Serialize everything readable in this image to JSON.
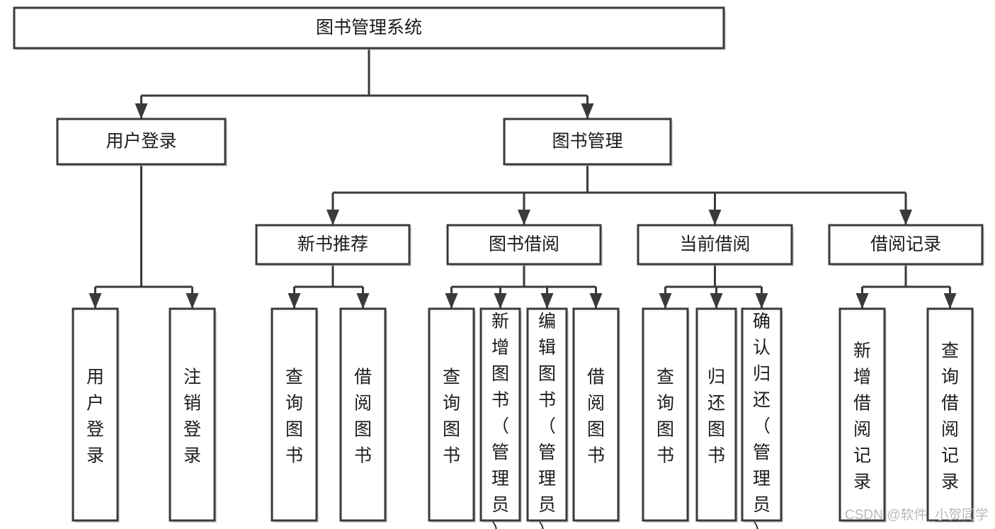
{
  "diagram": {
    "type": "tree",
    "title": "图书管理系统",
    "orientation": "top-down",
    "colors": {
      "box_stroke": "#3a3a3a",
      "box_fill": "#ffffff",
      "text": "#1b1b1b",
      "background": "#ffffff",
      "watermark": "#b9b9b9"
    },
    "nodes": {
      "root": {
        "label": "图书管理系统"
      },
      "level2": [
        {
          "label": "用户登录"
        },
        {
          "label": "图书管理"
        }
      ],
      "level3": [
        {
          "label": "新书推荐"
        },
        {
          "label": "图书借阅"
        },
        {
          "label": "当前借阅"
        },
        {
          "label": "借阅记录"
        }
      ],
      "leaves": {
        "user_login": [
          {
            "label": "用户登录"
          },
          {
            "label": "注销登录"
          }
        ],
        "new_book": [
          {
            "label": "查询图书"
          },
          {
            "label": "借阅图书"
          }
        ],
        "book_borrow": [
          {
            "label": "查询图书"
          },
          {
            "label": "新增图书（管理员）"
          },
          {
            "label": "编辑图书（管理员）"
          },
          {
            "label": "借阅图书"
          }
        ],
        "current_borrow": [
          {
            "label": "查询图书"
          },
          {
            "label": "归还图书"
          },
          {
            "label": "确认归还（管理员）"
          }
        ],
        "borrow_record": [
          {
            "label": "新增借阅记录"
          },
          {
            "label": "查询借阅记录"
          }
        ]
      }
    },
    "edges": [
      {
        "from": "图书管理系统",
        "to": "用户登录"
      },
      {
        "from": "图书管理系统",
        "to": "图书管理"
      },
      {
        "from": "用户登录",
        "to": "用户登录"
      },
      {
        "from": "用户登录",
        "to": "注销登录"
      },
      {
        "from": "图书管理",
        "to": "新书推荐"
      },
      {
        "from": "图书管理",
        "to": "图书借阅"
      },
      {
        "from": "图书管理",
        "to": "当前借阅"
      },
      {
        "from": "图书管理",
        "to": "借阅记录"
      },
      {
        "from": "新书推荐",
        "to": "查询图书"
      },
      {
        "from": "新书推荐",
        "to": "借阅图书"
      },
      {
        "from": "图书借阅",
        "to": "查询图书"
      },
      {
        "from": "图书借阅",
        "to": "新增图书（管理员）"
      },
      {
        "from": "图书借阅",
        "to": "编辑图书（管理员）"
      },
      {
        "from": "图书借阅",
        "to": "借阅图书"
      },
      {
        "from": "当前借阅",
        "to": "查询图书"
      },
      {
        "from": "当前借阅",
        "to": "归还图书"
      },
      {
        "from": "当前借阅",
        "to": "确认归还（管理员）"
      },
      {
        "from": "借阅记录",
        "to": "新增借阅记录"
      },
      {
        "from": "借阅记录",
        "to": "查询借阅记录"
      }
    ]
  },
  "watermark": {
    "text": "CSDN @软件_小贺同学"
  }
}
